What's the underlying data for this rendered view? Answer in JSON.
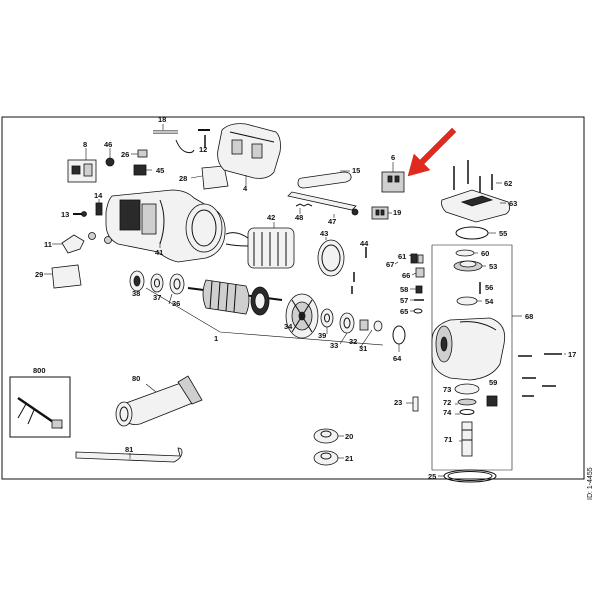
{
  "side_code": "ID: 1-4455",
  "highlight_color": "#e02a1f",
  "labels": {
    "p1": "1",
    "p4": "4",
    "p6": "6",
    "p8": "8",
    "p11": "11",
    "p12": "12",
    "p13": "13",
    "p14": "14",
    "p15": "15",
    "p17": "17",
    "p18": "18",
    "p19": "19",
    "p20": "20",
    "p21": "21",
    "p23": "23",
    "p25": "25",
    "p26": "26",
    "p28": "28",
    "p29": "29",
    "p31": "31",
    "p32": "32",
    "p33": "33",
    "p34": "34",
    "p36": "36",
    "p37": "37",
    "p38": "38",
    "p39": "39",
    "p41": "41",
    "p42": "42",
    "p43": "43",
    "p44": "44",
    "p45": "45",
    "p46": "46",
    "p47": "47",
    "p48": "48",
    "p53": "53",
    "p54": "54",
    "p55": "55",
    "p56": "56",
    "p57": "57",
    "p58": "58",
    "p59": "59",
    "p60": "60",
    "p61": "61",
    "p62": "62",
    "p63": "63",
    "p64": "64",
    "p65": "65",
    "p66": "66",
    "p67": "67",
    "p68": "68",
    "p71": "71",
    "p72": "72",
    "p73": "73",
    "p74": "74",
    "p80": "80",
    "p81": "81",
    "p800": "800"
  }
}
